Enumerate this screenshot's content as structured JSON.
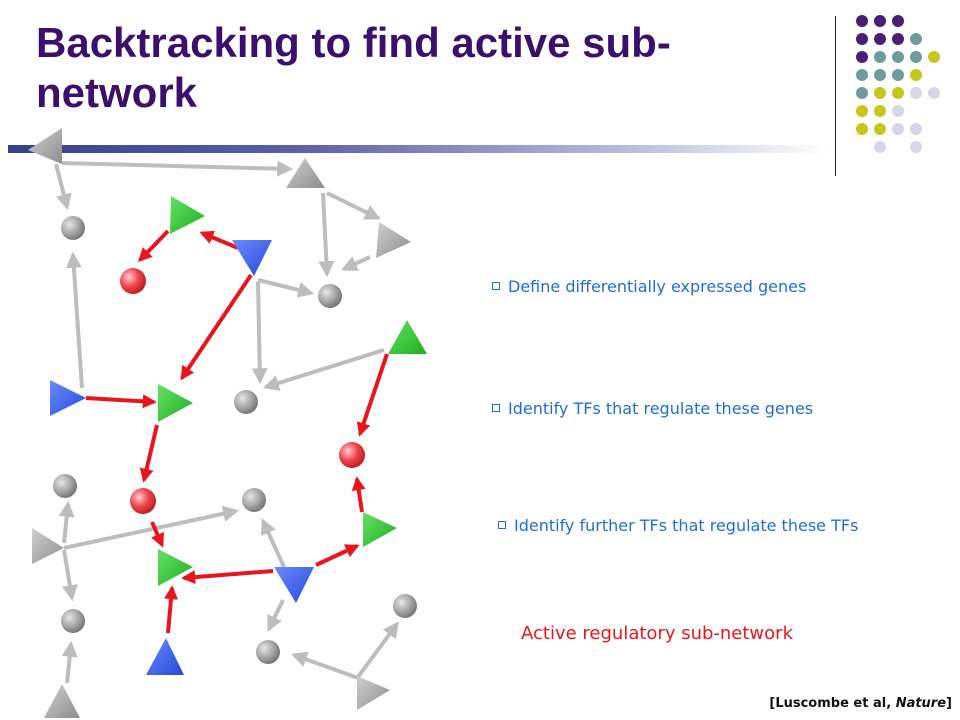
{
  "slide": {
    "title": "Backtracking to find active sub-network",
    "bullets": [
      "Define differentially expressed genes",
      "Identify TFs that regulate these genes",
      "Identify further TFs that regulate these TFs"
    ],
    "summary": "Active regulatory sub-network",
    "citation_prefix": "[Luscombe et al, ",
    "citation_journal": "Nature",
    "citation_suffix": "]"
  },
  "colors": {
    "title": "#3b0f6b",
    "bullet_text": "#1f6fd1",
    "active_edge": "#e8161c",
    "inactive_edge": "#bdbdbd",
    "gene_active": "#f0474f",
    "gene_inactive": "#9a9a9a",
    "tf_green": "#33cc33",
    "tf_blue": "#3366ee",
    "tf_gray": "#a8a8a8"
  },
  "legend_symbols": {
    "gene": "circle",
    "transcription_factor": "triangle"
  }
}
